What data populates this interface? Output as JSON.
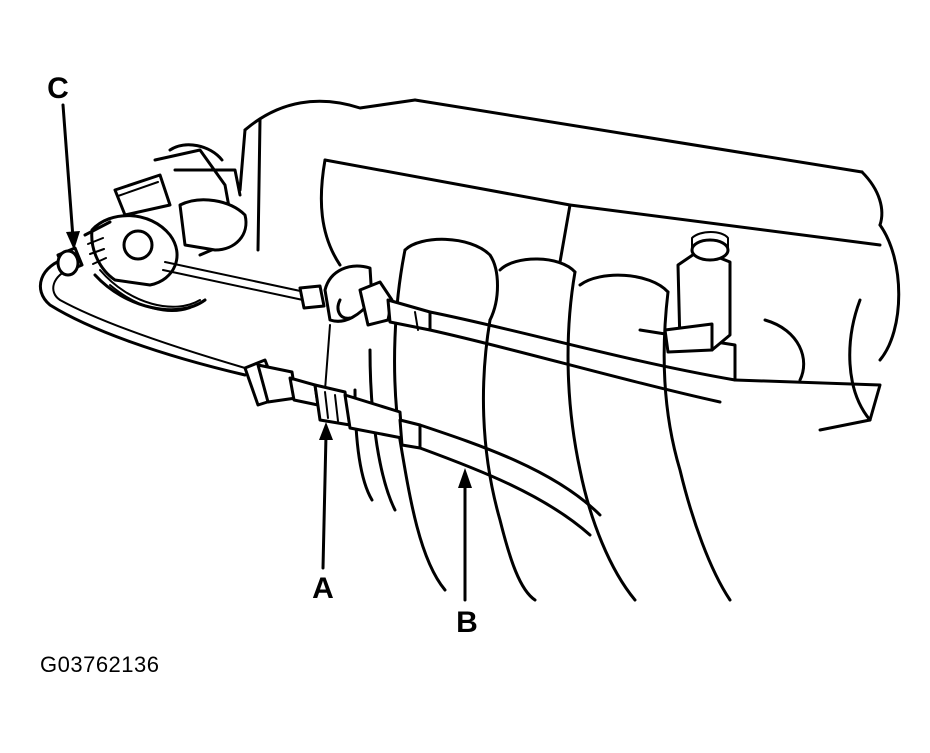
{
  "diagram": {
    "callouts": {
      "a": "A",
      "b": "B",
      "c": "C"
    },
    "figure_id": "G03762136"
  },
  "colors": {
    "ink": "#000000",
    "paper": "#ffffff"
  }
}
